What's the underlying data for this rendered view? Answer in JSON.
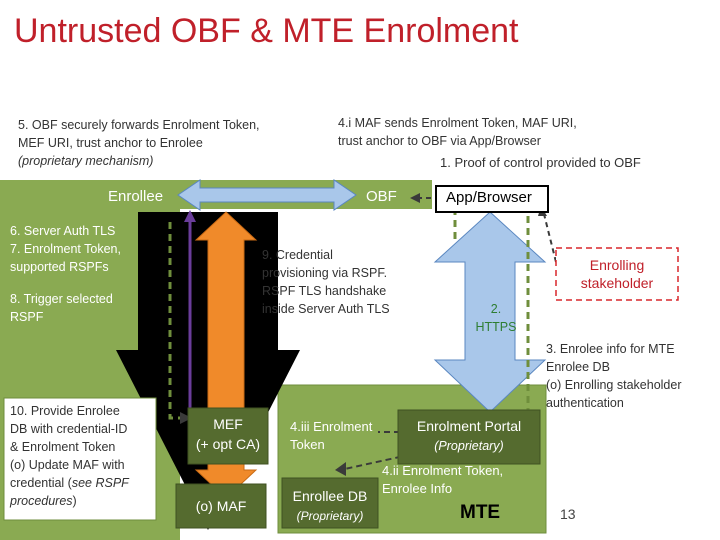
{
  "title": "Untrusted OBF & MTE Enrolment",
  "notes": {
    "step5_line1": "5. OBF securely forwards Enrolment Token,",
    "step5_line2": "MEF URI, trust anchor to Enrolee",
    "step5_line3": "(proprietary mechanism)",
    "step4i_line1": "4.i MAF sends Enrolment Token, MAF URI,",
    "step4i_line2": "trust anchor to OBF via App/Browser",
    "step1": "1. Proof of control provided to OBF",
    "step6_line1": "6. Server Auth TLS",
    "step7_line1": "7. Enrolment Token,",
    "step7_line2": "supported RSPFs",
    "step8_line1": "8. Trigger selected",
    "step8_line2": "RSPF",
    "step9_line1": "9. Credential",
    "step9_line2": "provisioning via RSPF.",
    "step9_line3": "RSPF TLS handshake",
    "step9_line4": "inside Server Auth TLS",
    "step2_line1": "2.",
    "step2_line2": "HTTPS",
    "step3_line1": "3. Enrolee info for MTE",
    "step3_line2": "Enrolee DB",
    "step3_line3": "(o) Enrolling stakeholder",
    "step3_line4": "authentication",
    "step4iii_line1": "4.iii Enrolment",
    "step4iii_line2": "Token",
    "step4ii_line1": "4.ii Enrolment Token,",
    "step4ii_line2": "Enrolee Info"
  },
  "boxes": {
    "enrollee": "Enrollee",
    "obf": "OBF",
    "app_browser": "App/Browser",
    "enrolling_stakeholder_line1": "Enrolling",
    "enrolling_stakeholder_line2": "stakeholder",
    "step10_line1": "10. Provide Enrolee",
    "step10_line2": "DB with credential-ID",
    "step10_line3": "& Enrolment Token",
    "step10_line4": "(o) Update MAF with",
    "step10_line5_prefix": "credential (",
    "step10_line5_italic": "see RSPF",
    "step10_line6_italic": "procedures",
    "step10_line6_suffix": ")",
    "mef_line1": "MEF",
    "mef_line2": "(+ opt CA)",
    "maf": "(o) MAF",
    "enrolment_portal": "Enrolment Portal",
    "enrolment_portal_sub": "(Proprietary)",
    "enrollee_db": "Enrollee DB",
    "enrollee_db_sub": "(Proprietary)",
    "mte": "MTE"
  },
  "page_number": "13",
  "colors": {
    "title": "#c0202a",
    "green_light": "#8aaa52",
    "green_dark": "#556b2f",
    "orange_arrow": "#f08a2a",
    "blue_arrow": "#a9c7ea",
    "black_arrow": "#000000",
    "purple_line": "#6a3d9a",
    "red_dashed": "#d9262b"
  }
}
